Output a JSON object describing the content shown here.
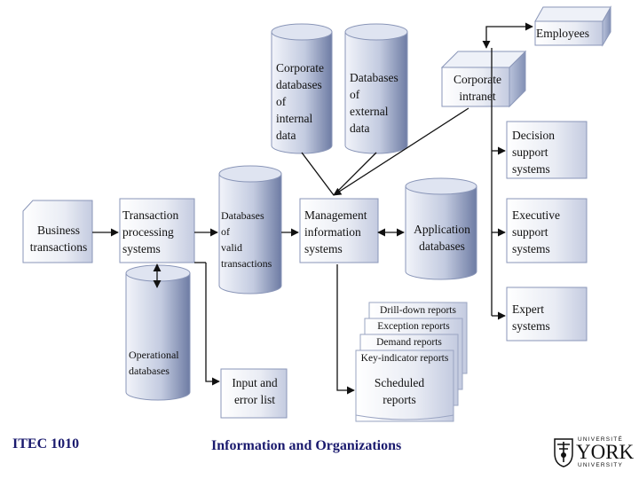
{
  "nodes": {
    "employees": "Employees",
    "corporate_intranet": [
      "Corporate",
      "intranet"
    ],
    "corporate_databases": [
      "Corporate",
      "databases",
      "of",
      "internal",
      "data"
    ],
    "external_databases": [
      "Databases",
      "of",
      "external",
      "data"
    ],
    "decision_support": [
      "Decision",
      "support",
      "systems"
    ],
    "business_transactions": [
      "Business",
      "transactions"
    ],
    "tps": [
      "Transaction",
      "processing",
      "systems"
    ],
    "valid_transactions": [
      "Databases",
      "of",
      "valid",
      "transactions"
    ],
    "mis": [
      "Management",
      "information",
      "systems"
    ],
    "application_databases": [
      "Application",
      "databases"
    ],
    "executive_support": [
      "Executive",
      "support",
      "systems"
    ],
    "operational_databases": [
      "Operational",
      "databases"
    ],
    "expert_systems": [
      "Expert",
      "systems"
    ],
    "input_error_list": [
      "Input and",
      "error list"
    ],
    "reports": [
      "Drill-down reports",
      "Exception reports",
      "Demand reports",
      "Key-indicator reports"
    ],
    "scheduled_reports": [
      "Scheduled",
      "reports"
    ]
  },
  "footer": {
    "course": "ITEC 1010",
    "title": "Information and Organizations",
    "logo_top": "UNIVERSITÉ",
    "logo_main": "YORK",
    "logo_bottom": "UNIVERSITY"
  },
  "colors": {
    "cylinder_light": "#e8ecf6",
    "cylinder_dark": "#6d7ca6",
    "box_light": "#ffffff",
    "box_dark": "#c9d0e4",
    "footer_text": "#1a1a6e"
  }
}
